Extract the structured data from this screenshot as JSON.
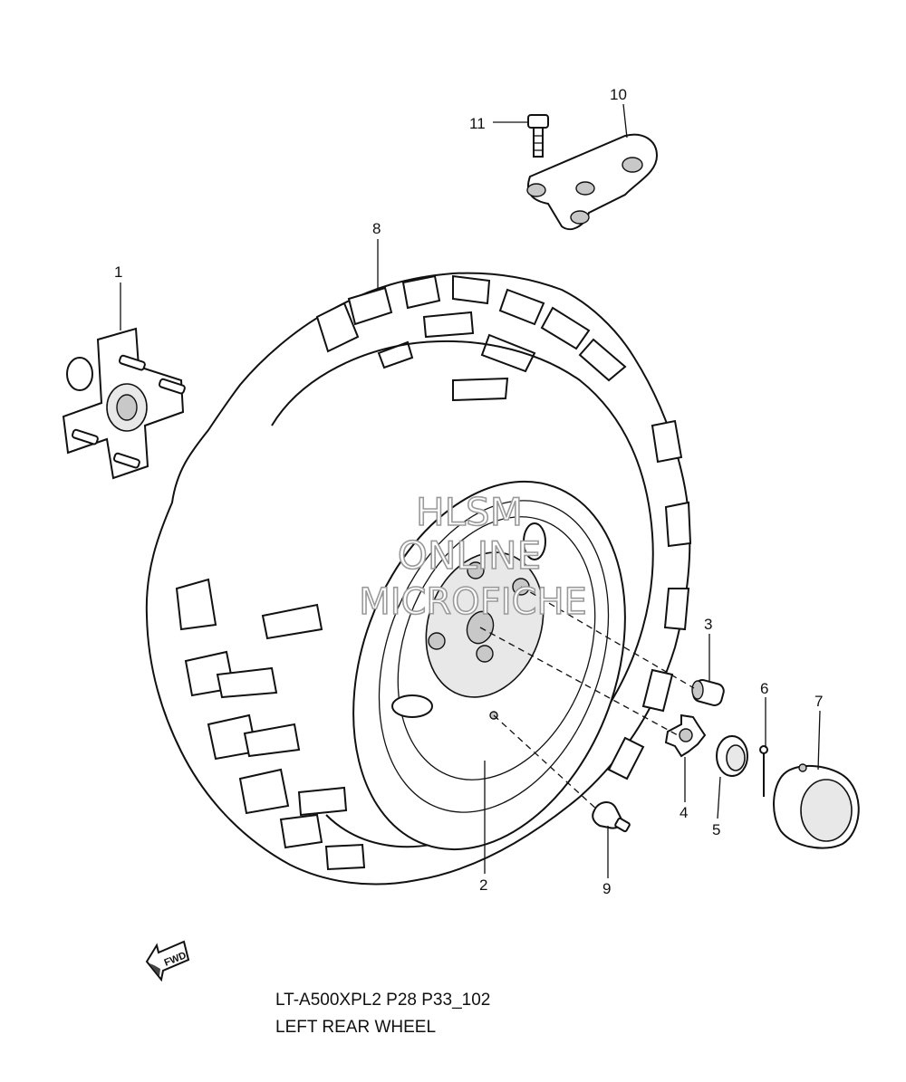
{
  "diagram": {
    "callouts": [
      "1",
      "2",
      "3",
      "4",
      "5",
      "6",
      "7",
      "8",
      "9",
      "10",
      "11"
    ],
    "watermark": [
      "HLSM",
      "ONLINE",
      "MICROFICHE"
    ],
    "fwd_label": "FWD",
    "caption": {
      "code": "LT-A500XPL2 P28 P33_102",
      "title": "LEFT REAR WHEEL"
    }
  }
}
